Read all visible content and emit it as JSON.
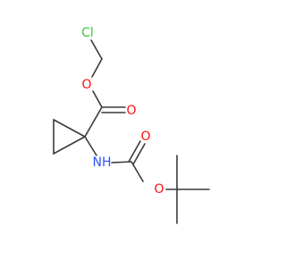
{
  "molecule": {
    "atoms": {
      "chlorine": {
        "label": "Cl",
        "color": "#33cc33"
      },
      "ester_oxygen": {
        "label": "O",
        "color": "#ff0d0d"
      },
      "carbonyl_oxygen_1": {
        "label": "O",
        "color": "#ff0d0d"
      },
      "amine": {
        "label": "NH",
        "color": "#3050f8"
      },
      "carbonyl_oxygen_2": {
        "label": "O",
        "color": "#ff0d0d"
      },
      "boc_oxygen": {
        "label": "O",
        "color": "#ff0d0d"
      }
    },
    "bond_color": "#3a3a3a"
  }
}
